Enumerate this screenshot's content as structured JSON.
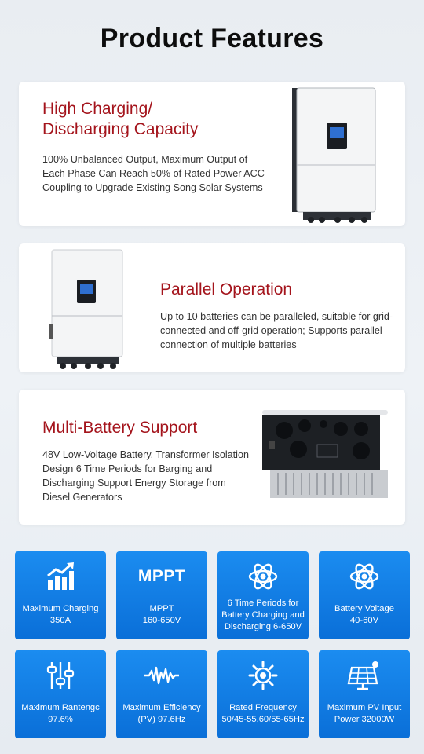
{
  "page_title": "Product Features",
  "features": [
    {
      "title_line1": "High Charging/",
      "title_line2": "Discharging Capacity",
      "description": "100% Unbalanced Output, Maximum Output of Each Phase Can Reach 50% of Rated Power ACC Coupling to Upgrade Existing Song Solar Systems"
    },
    {
      "title": "Parallel Operation",
      "description": "Up to 10 batteries can be paralleled, suitable for grid-connected and off-grid operation; Supports parallel connection of multiple batteries"
    },
    {
      "title": "Multi-Battery Support",
      "description": "48V Low-Voltage Battery, Transformer Isolation Design 6 Time Periods for Barging and Discharging Support Energy Storage from Diesel Generators"
    }
  ],
  "specs": [
    {
      "icon": "bar-chart-up-icon",
      "label": "Maximum Charging\n350A"
    },
    {
      "icon": "mppt-text-icon",
      "icon_text": "MPPT",
      "label": "MPPT\n160-650V"
    },
    {
      "icon": "atom-icon",
      "label": "6 Time Periods for\nBattery Charging and\nDischarging 6-650V"
    },
    {
      "icon": "atom-icon",
      "label": "Battery Voltage\n40-60V"
    },
    {
      "icon": "sliders-icon",
      "label": "Maximum Rantengc\n97.6%"
    },
    {
      "icon": "waveform-icon",
      "label": "Maximum Efficiency\n(PV) 97.6Hz"
    },
    {
      "icon": "gear-bulb-icon",
      "label": "Rated Frequency\n50/45-55,60/55-65Hz"
    },
    {
      "icon": "solar-panel-icon",
      "label": "Maximum PV Input\nPower 32000W"
    }
  ],
  "colors": {
    "title_red": "#a4141c",
    "tile_blue": "#0a6fd8"
  }
}
